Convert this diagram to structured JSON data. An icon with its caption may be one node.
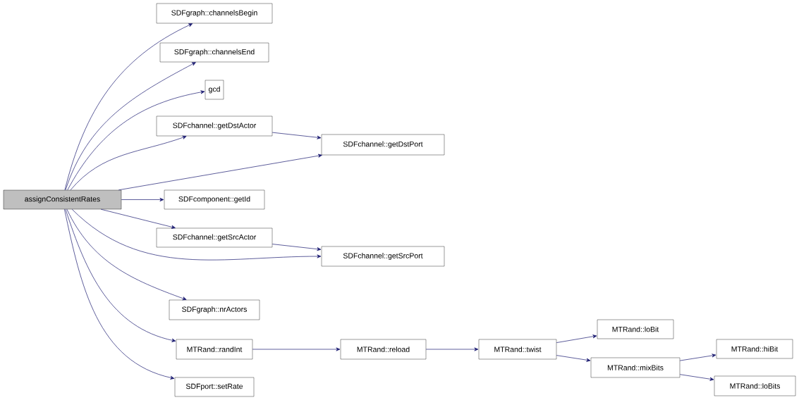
{
  "diagram": {
    "nodes": [
      {
        "text": [
          "assignConsistentRates"
        ]
      },
      {
        "text": [
          "SDFgraph::channelsBegin"
        ]
      },
      {
        "text": [
          "SDFgraph::channelsEnd"
        ]
      },
      {
        "text": [
          "gcd"
        ]
      },
      {
        "text": [
          "SDFchannel::getDstActor"
        ]
      },
      {
        "text": [
          "SDFchannel::getDstPort"
        ]
      },
      {
        "text": [
          "SDFcomponent::getId"
        ]
      },
      {
        "text": [
          "SDFchannel::getSrcActor"
        ]
      },
      {
        "text": [
          "SDFchannel::getSrcPort"
        ]
      },
      {
        "text": [
          "SDFgraph::nrActors"
        ]
      },
      {
        "text": [
          "MTRand::randInt"
        ]
      },
      {
        "text": [
          "MTRand::reload"
        ]
      },
      {
        "text": [
          "MTRand::twist"
        ]
      },
      {
        "text": [
          "MTRand::loBit"
        ]
      },
      {
        "text": [
          "MTRand::mixBits"
        ]
      },
      {
        "text": [
          "MTRand::hiBit"
        ]
      },
      {
        "text": [
          "MTRand::loBits"
        ]
      },
      {
        "text": [
          "SDFport::setRate"
        ]
      }
    ],
    "edges": [
      {
        "from": 0,
        "to": 1,
        "arrow": "to"
      },
      {
        "from": 0,
        "to": 2,
        "arrow": "to"
      },
      {
        "from": 0,
        "to": 3,
        "arrow": "to"
      },
      {
        "from": 0,
        "to": 4,
        "arrow": "to"
      },
      {
        "from": 0,
        "to": 5,
        "arrow": "to"
      },
      {
        "from": 0,
        "to": 6,
        "arrow": "to"
      },
      {
        "from": 0,
        "to": 7,
        "arrow": "to"
      },
      {
        "from": 0,
        "to": 8,
        "arrow": "to"
      },
      {
        "from": 0,
        "to": 9,
        "arrow": "to"
      },
      {
        "from": 0,
        "to": 10,
        "arrow": "to"
      },
      {
        "from": 0,
        "to": 17,
        "arrow": "to"
      },
      {
        "from": 4,
        "to": 5,
        "arrow": "to"
      },
      {
        "from": 7,
        "to": 8,
        "arrow": "to"
      },
      {
        "from": 10,
        "to": 11,
        "arrow": "to"
      },
      {
        "from": 11,
        "to": 12,
        "arrow": "to"
      },
      {
        "from": 12,
        "to": 13,
        "arrow": "to"
      },
      {
        "from": 12,
        "to": 14,
        "arrow": "to"
      },
      {
        "from": 14,
        "to": 15,
        "arrow": "to"
      },
      {
        "from": 14,
        "to": 16,
        "arrow": "to"
      }
    ]
  }
}
